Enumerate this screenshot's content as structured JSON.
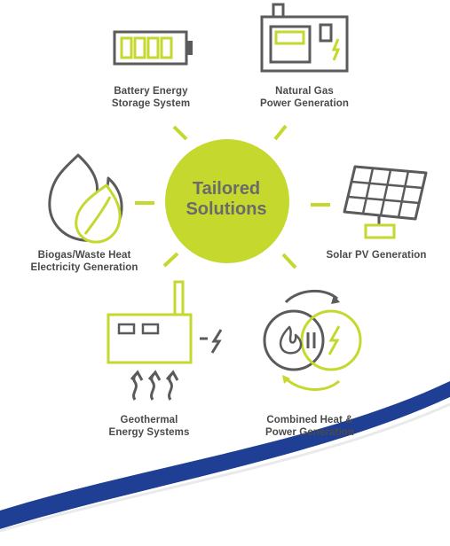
{
  "center": {
    "line1": "Tailored",
    "line2": "Solutions"
  },
  "nodes": [
    {
      "line1": "Battery Energy",
      "line2": "Storage System",
      "icon": "battery-icon"
    },
    {
      "line1": "Natural Gas",
      "line2": "Power Generation",
      "icon": "gas-generator-icon"
    },
    {
      "line1": "Solar PV Generation",
      "line2": "",
      "icon": "solar-panel-icon"
    },
    {
      "line1": "Combined Heat &",
      "line2": "Power Generation",
      "icon": "combined-heat-power-icon"
    },
    {
      "line1": "Geothermal",
      "line2": "Energy Systems",
      "icon": "geothermal-icon"
    },
    {
      "line1": "Biogas/Waste Heat",
      "line2": "Electricity Generation",
      "icon": "biogas-flame-icon"
    }
  ],
  "colors": {
    "accent": "#c5d82e",
    "gray": "#5b5b5b",
    "navy": "#1e3f93"
  }
}
